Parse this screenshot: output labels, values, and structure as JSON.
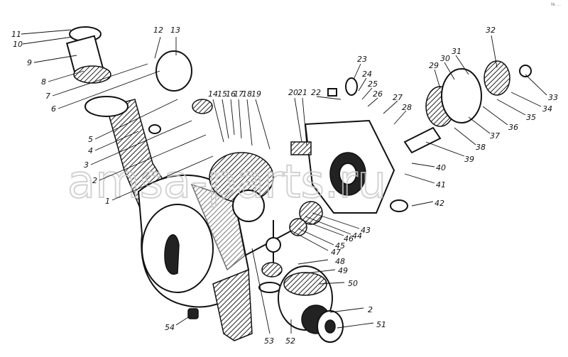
{
  "figure": {
    "watermark": "amsa-parts.ru",
    "corner_mark": "№ ...",
    "labels": [
      "11",
      "10",
      "9",
      "8",
      "7",
      "6",
      "5",
      "4",
      "3",
      "2",
      "1",
      "12",
      "13",
      "14",
      "15",
      "16",
      "17",
      "18",
      "19",
      "20",
      "21",
      "22",
      "23",
      "24",
      "25",
      "26",
      "27",
      "28",
      "29",
      "30",
      "31",
      "32",
      "33",
      "34",
      "35",
      "36",
      "37",
      "38",
      "39",
      "40",
      "41",
      "42",
      "43",
      "44",
      "46",
      "45",
      "47",
      "48",
      "49",
      "50",
      "2",
      "51",
      "52",
      "53",
      "54"
    ]
  }
}
